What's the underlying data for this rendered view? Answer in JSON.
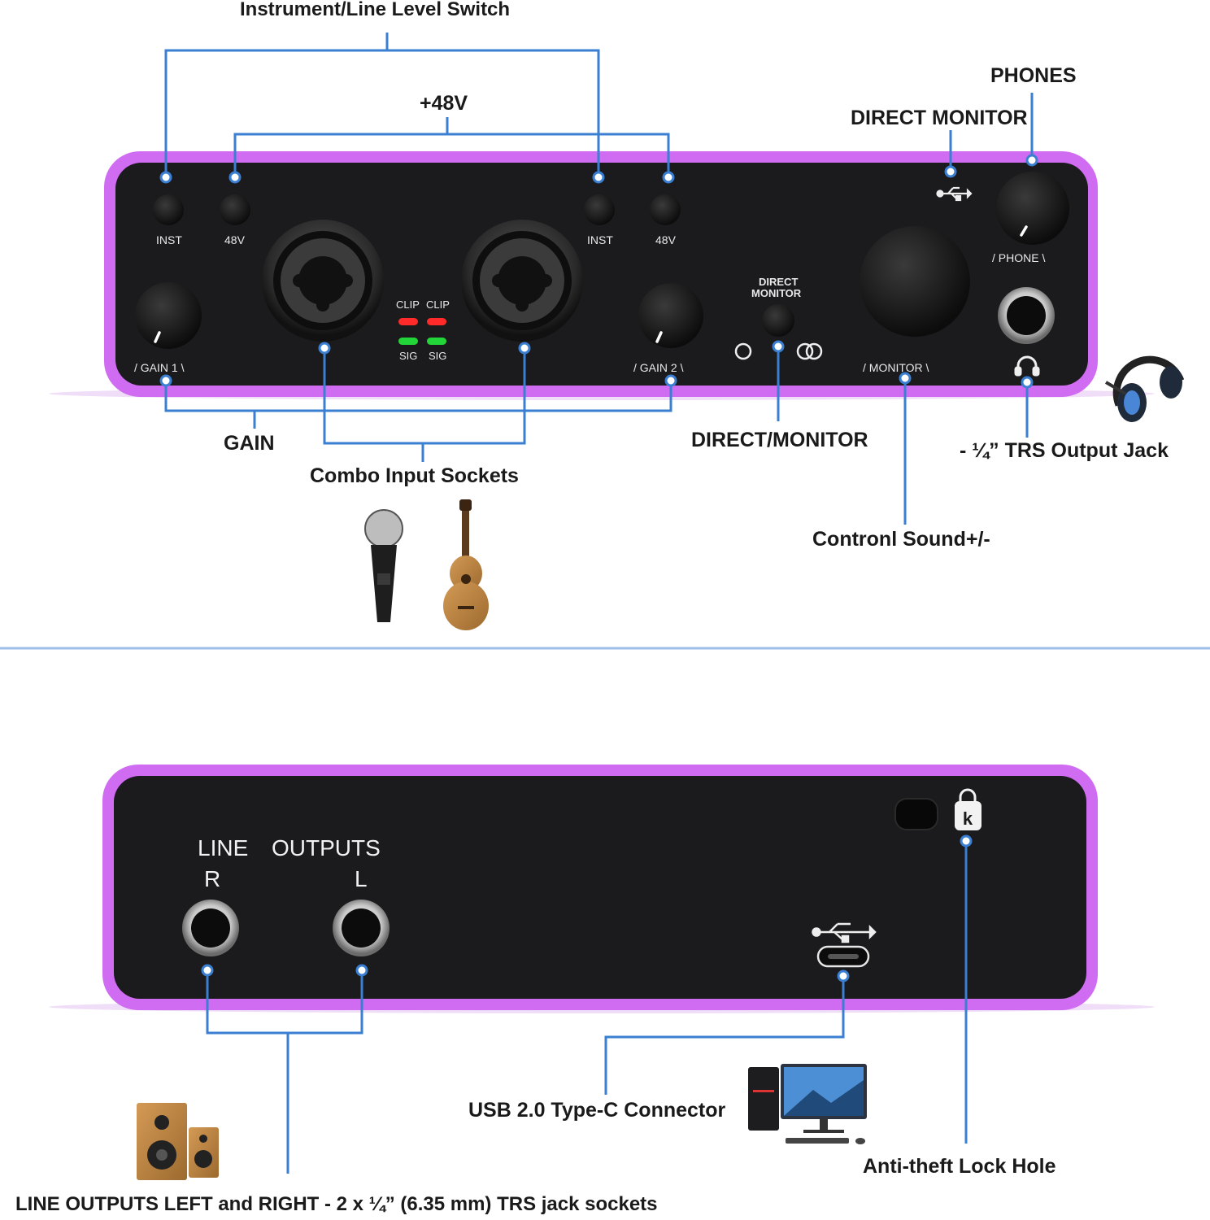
{
  "colors": {
    "accent_purple": "#cf6cf2",
    "panel_black": "#1b1b1d",
    "leader_blue": "#3a7fd1",
    "clip_led": "#ff2a2a",
    "sig_led": "#22d63a"
  },
  "callouts": {
    "inst_line_switch": "Instrument/Line Level Switch",
    "phantom": "+48V",
    "phones": "PHONES",
    "direct_monitor": "DIRECT MONITOR",
    "gain": "GAIN",
    "combo_inputs": "Combo Input Sockets",
    "direct_monitor_switch": "DIRECT/MONITOR",
    "trs_output_jack": "- ¼” TRS Output Jack",
    "control_sound": "Contronl Sound+/-",
    "line_outputs": "LINE OUTPUTS LEFT and RIGHT - 2 x ¼” (6.35 mm) TRS jack sockets",
    "usb_connector": "USB 2.0 Type-C Connector",
    "lock_hole": "Anti-theft Lock Hole"
  },
  "front_panel": {
    "inst_left": "INST",
    "v48_left": "48V",
    "inst_right": "INST",
    "v48_right": "48V",
    "gain1": "/  GAIN 1  \\",
    "gain2": "/  GAIN 2  \\",
    "clip_left": "CLIP",
    "clip_right": "CLIP",
    "sig_left": "SIG",
    "sig_right": "SIG",
    "direct_monitor_line1": "DIRECT",
    "direct_monitor_line2": "MONITOR",
    "monitor": "/  MONITOR  \\",
    "phone": "/   PHONE   \\"
  },
  "rear_panel": {
    "line": "LINE",
    "outputs": "OUTPUTS",
    "right": "R",
    "left": "L"
  },
  "icons": [
    "microphone-icon",
    "acoustic-guitar-icon",
    "headphones-icon",
    "speakers-icon",
    "desktop-pc-icon",
    "usb-icon",
    "kensington-lock-icon"
  ]
}
